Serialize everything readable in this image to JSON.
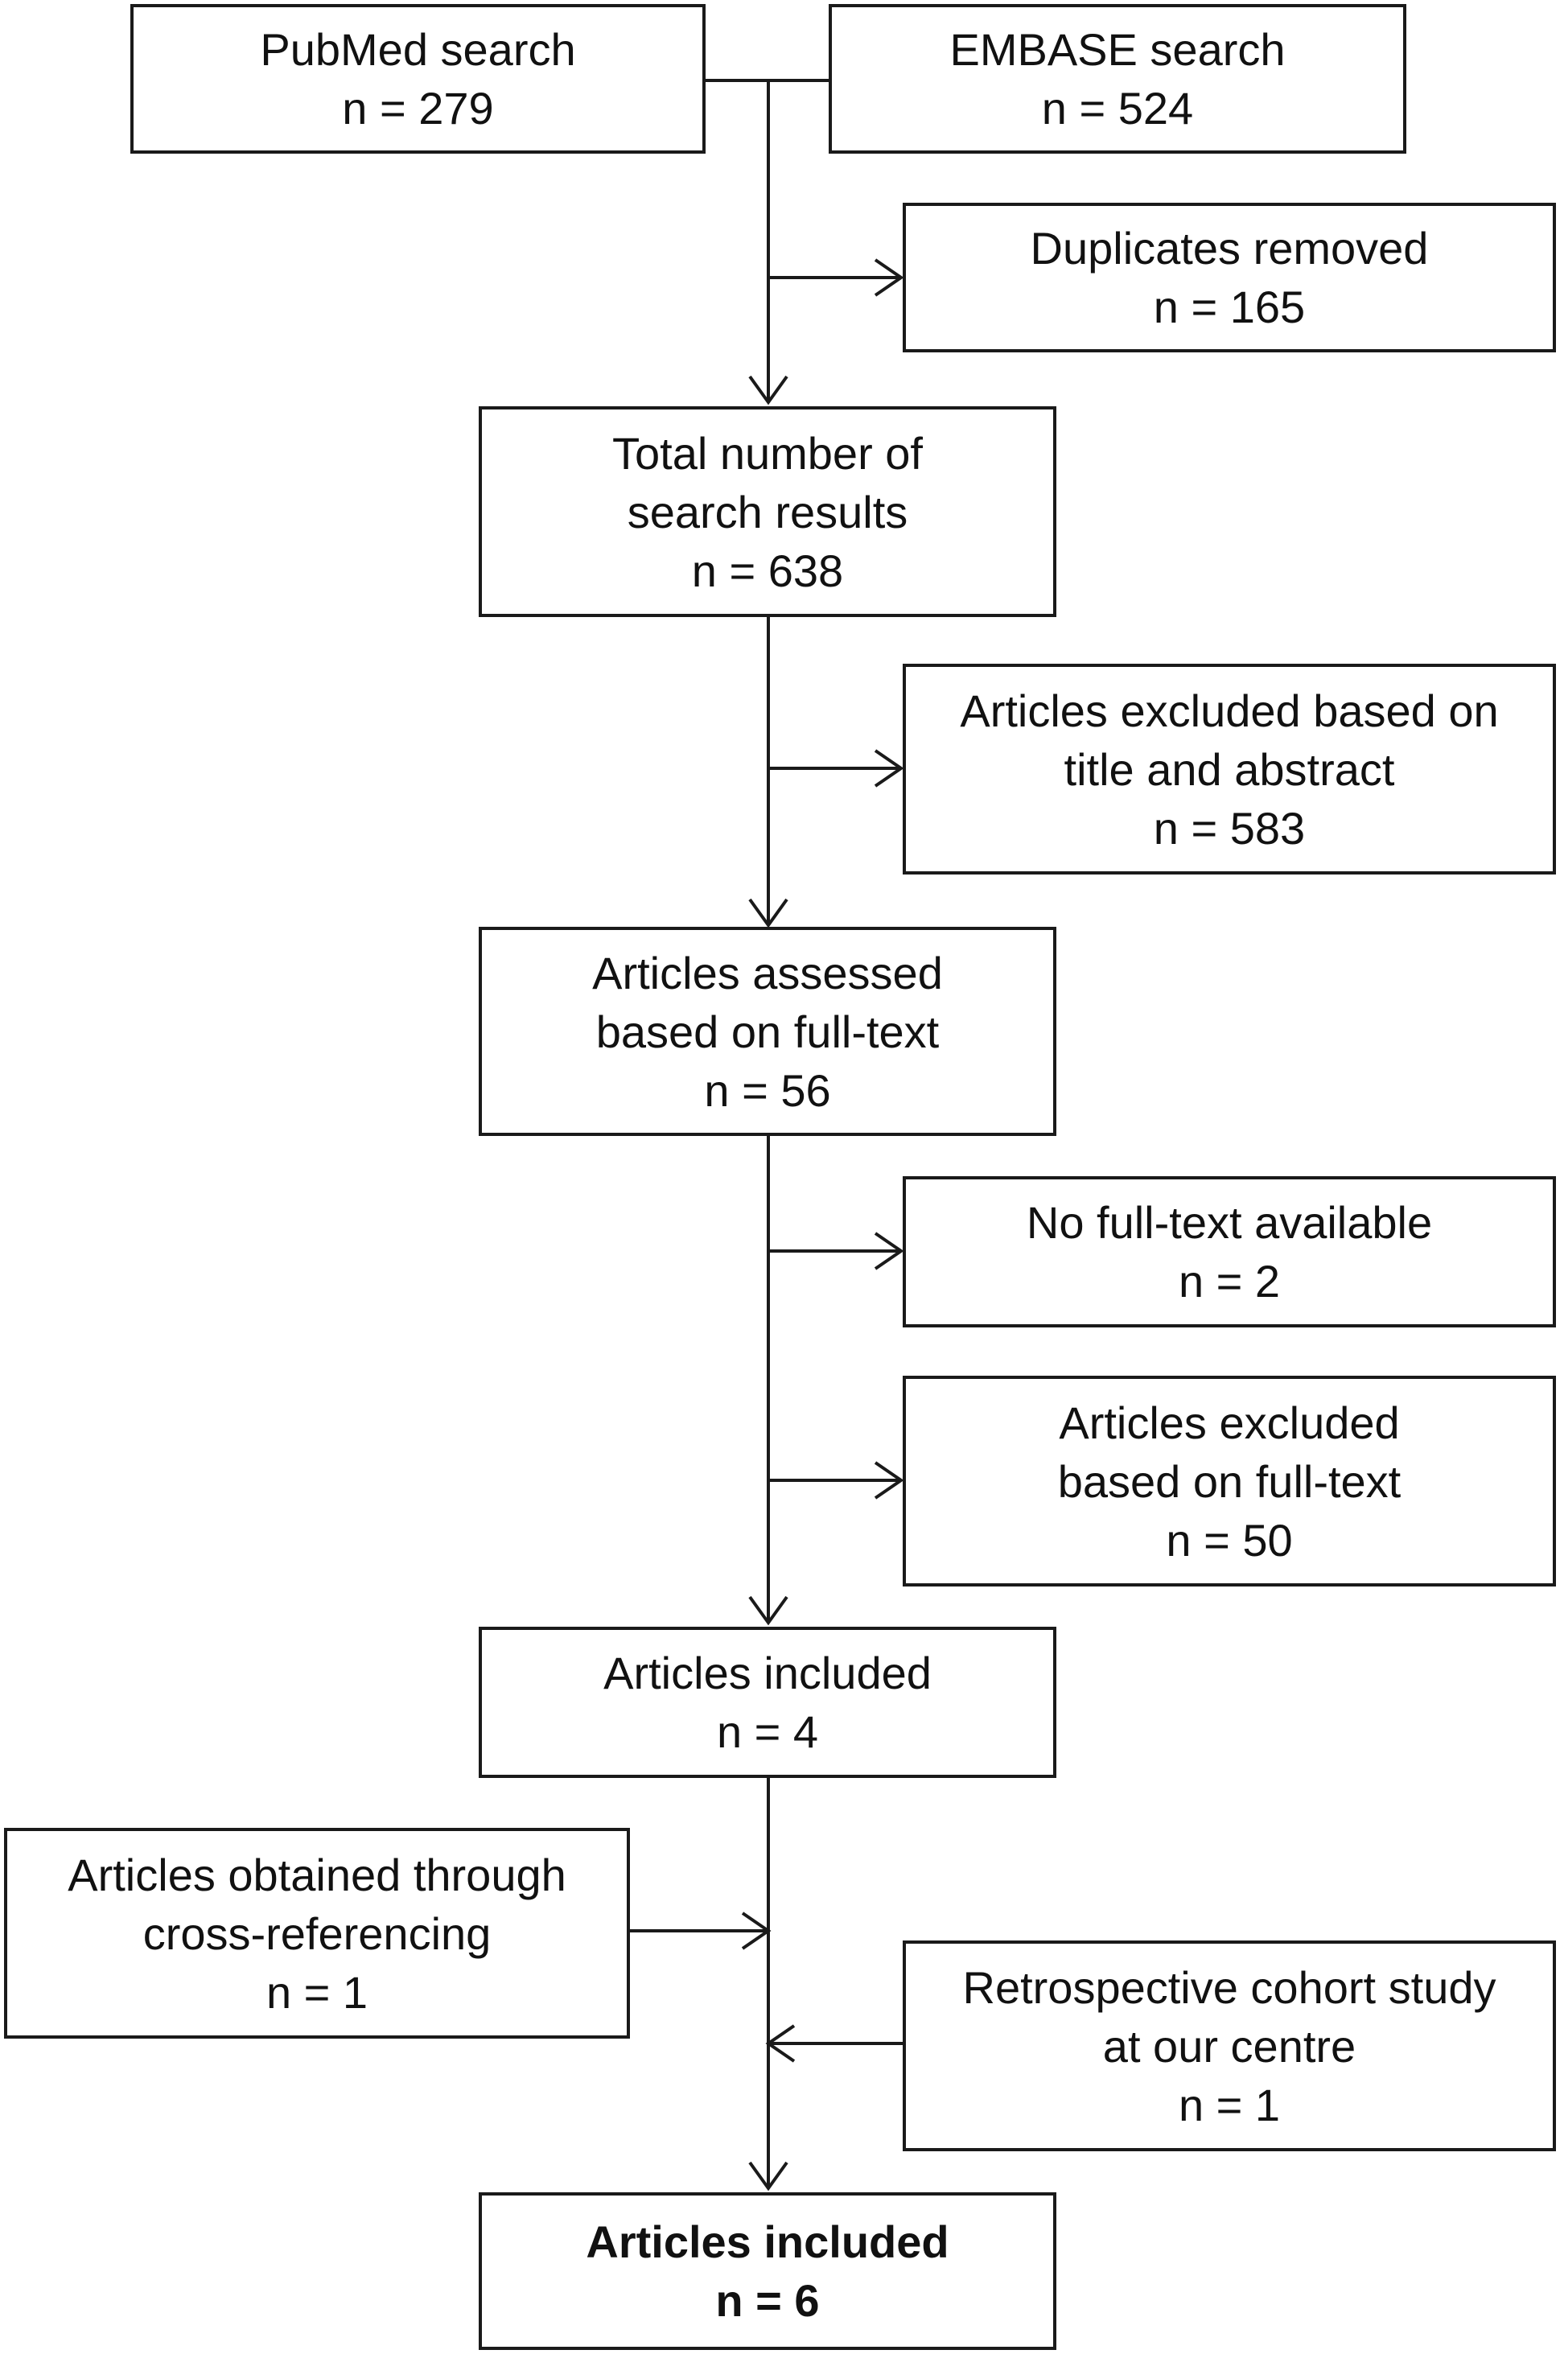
{
  "flowchart": {
    "pubmed": {
      "line1": "PubMed search",
      "line2": "n = 279"
    },
    "embase": {
      "line1": "EMBASE search",
      "line2": "n = 524"
    },
    "duplicates": {
      "line1": "Duplicates removed",
      "line2": "n = 165"
    },
    "total": {
      "line1": "Total number of",
      "line2": "search results",
      "line3": "n = 638"
    },
    "excluded_title": {
      "line1": "Articles excluded based on",
      "line2": "title and abstract",
      "line3": "n = 583"
    },
    "assessed": {
      "line1": "Articles assessed",
      "line2": "based on full-text",
      "line3": "n = 56"
    },
    "no_fulltext": {
      "line1": "No full-text available",
      "line2": "n = 2"
    },
    "excluded_fulltext": {
      "line1": "Articles excluded",
      "line2": "based on full-text",
      "line3": "n = 50"
    },
    "included": {
      "line1": "Articles included",
      "line2": "n = 4"
    },
    "cross_ref": {
      "line1": "Articles obtained through",
      "line2": "cross-referencing",
      "line3": "n = 1"
    },
    "retro": {
      "line1": "Retrospective cohort study",
      "line2": "at our centre",
      "line3": "n = 1"
    },
    "final": {
      "line1": "Articles included",
      "line2": "n = 6"
    }
  }
}
